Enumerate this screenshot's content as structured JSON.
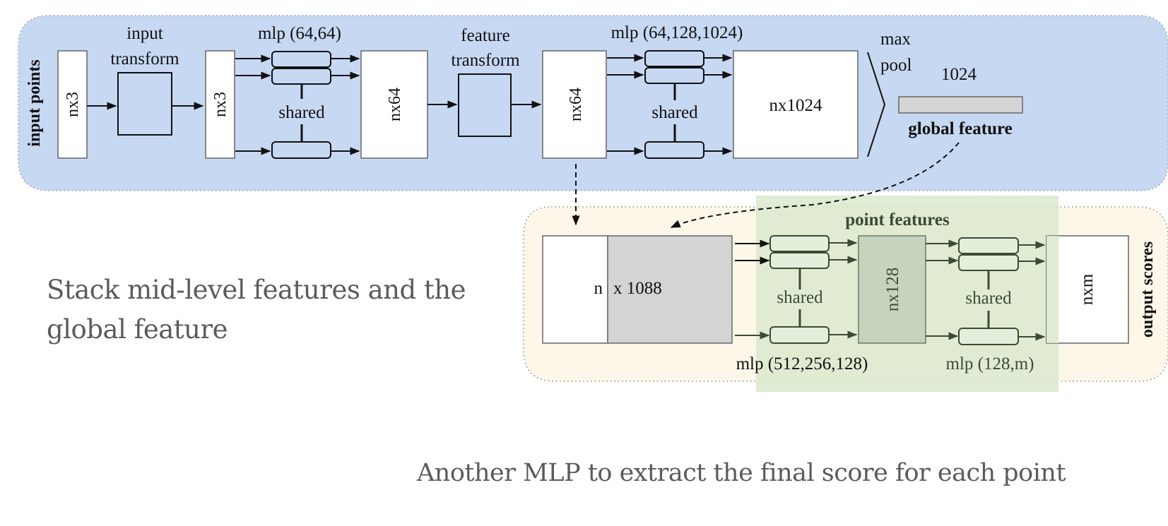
{
  "colors": {
    "top_panel_fill": "#c7d8f3",
    "bottom_panel_fill": "#fdf7e9",
    "segmentation_highlight": "#dbe9cc",
    "global_feature_fill": "#d4d4d4",
    "nx1088_gray_fill": "#d4d4d4",
    "nx128_fill": "#c5d3bf",
    "caption_text": "#5b5b5b"
  },
  "classification_network": {
    "side_label": "input points",
    "blocks": {
      "input_points": "nx3",
      "transformed_points": "nx3",
      "mlp1_output": "nx64",
      "transformed_features": "nx64",
      "mlp2_output": "nx1024"
    },
    "input_transform_label": [
      "input",
      "transform"
    ],
    "feature_transform_label": [
      "feature",
      "transform"
    ],
    "mlp1_label": "mlp (64,64)",
    "mlp2_label": "mlp (64,128,1024)",
    "shared_label": "shared",
    "maxpool_label": [
      "max",
      "pool"
    ],
    "global_feature_size": "1024",
    "global_feature_label": "global feature"
  },
  "segmentation_network": {
    "side_label": "output scores",
    "concat_block": {
      "left": "n",
      "right": "x 1088"
    },
    "highlight_title": "point features",
    "point_features_block": "nx128",
    "output_block": "nxm",
    "mlp3_label": "mlp (512,256,128)",
    "mlp4_label": "mlp (128,m)",
    "shared_label": "shared"
  },
  "captions": {
    "left": "Stack mid-level features and the global feature",
    "bottom": "Another MLP to extract the final score for each point"
  }
}
